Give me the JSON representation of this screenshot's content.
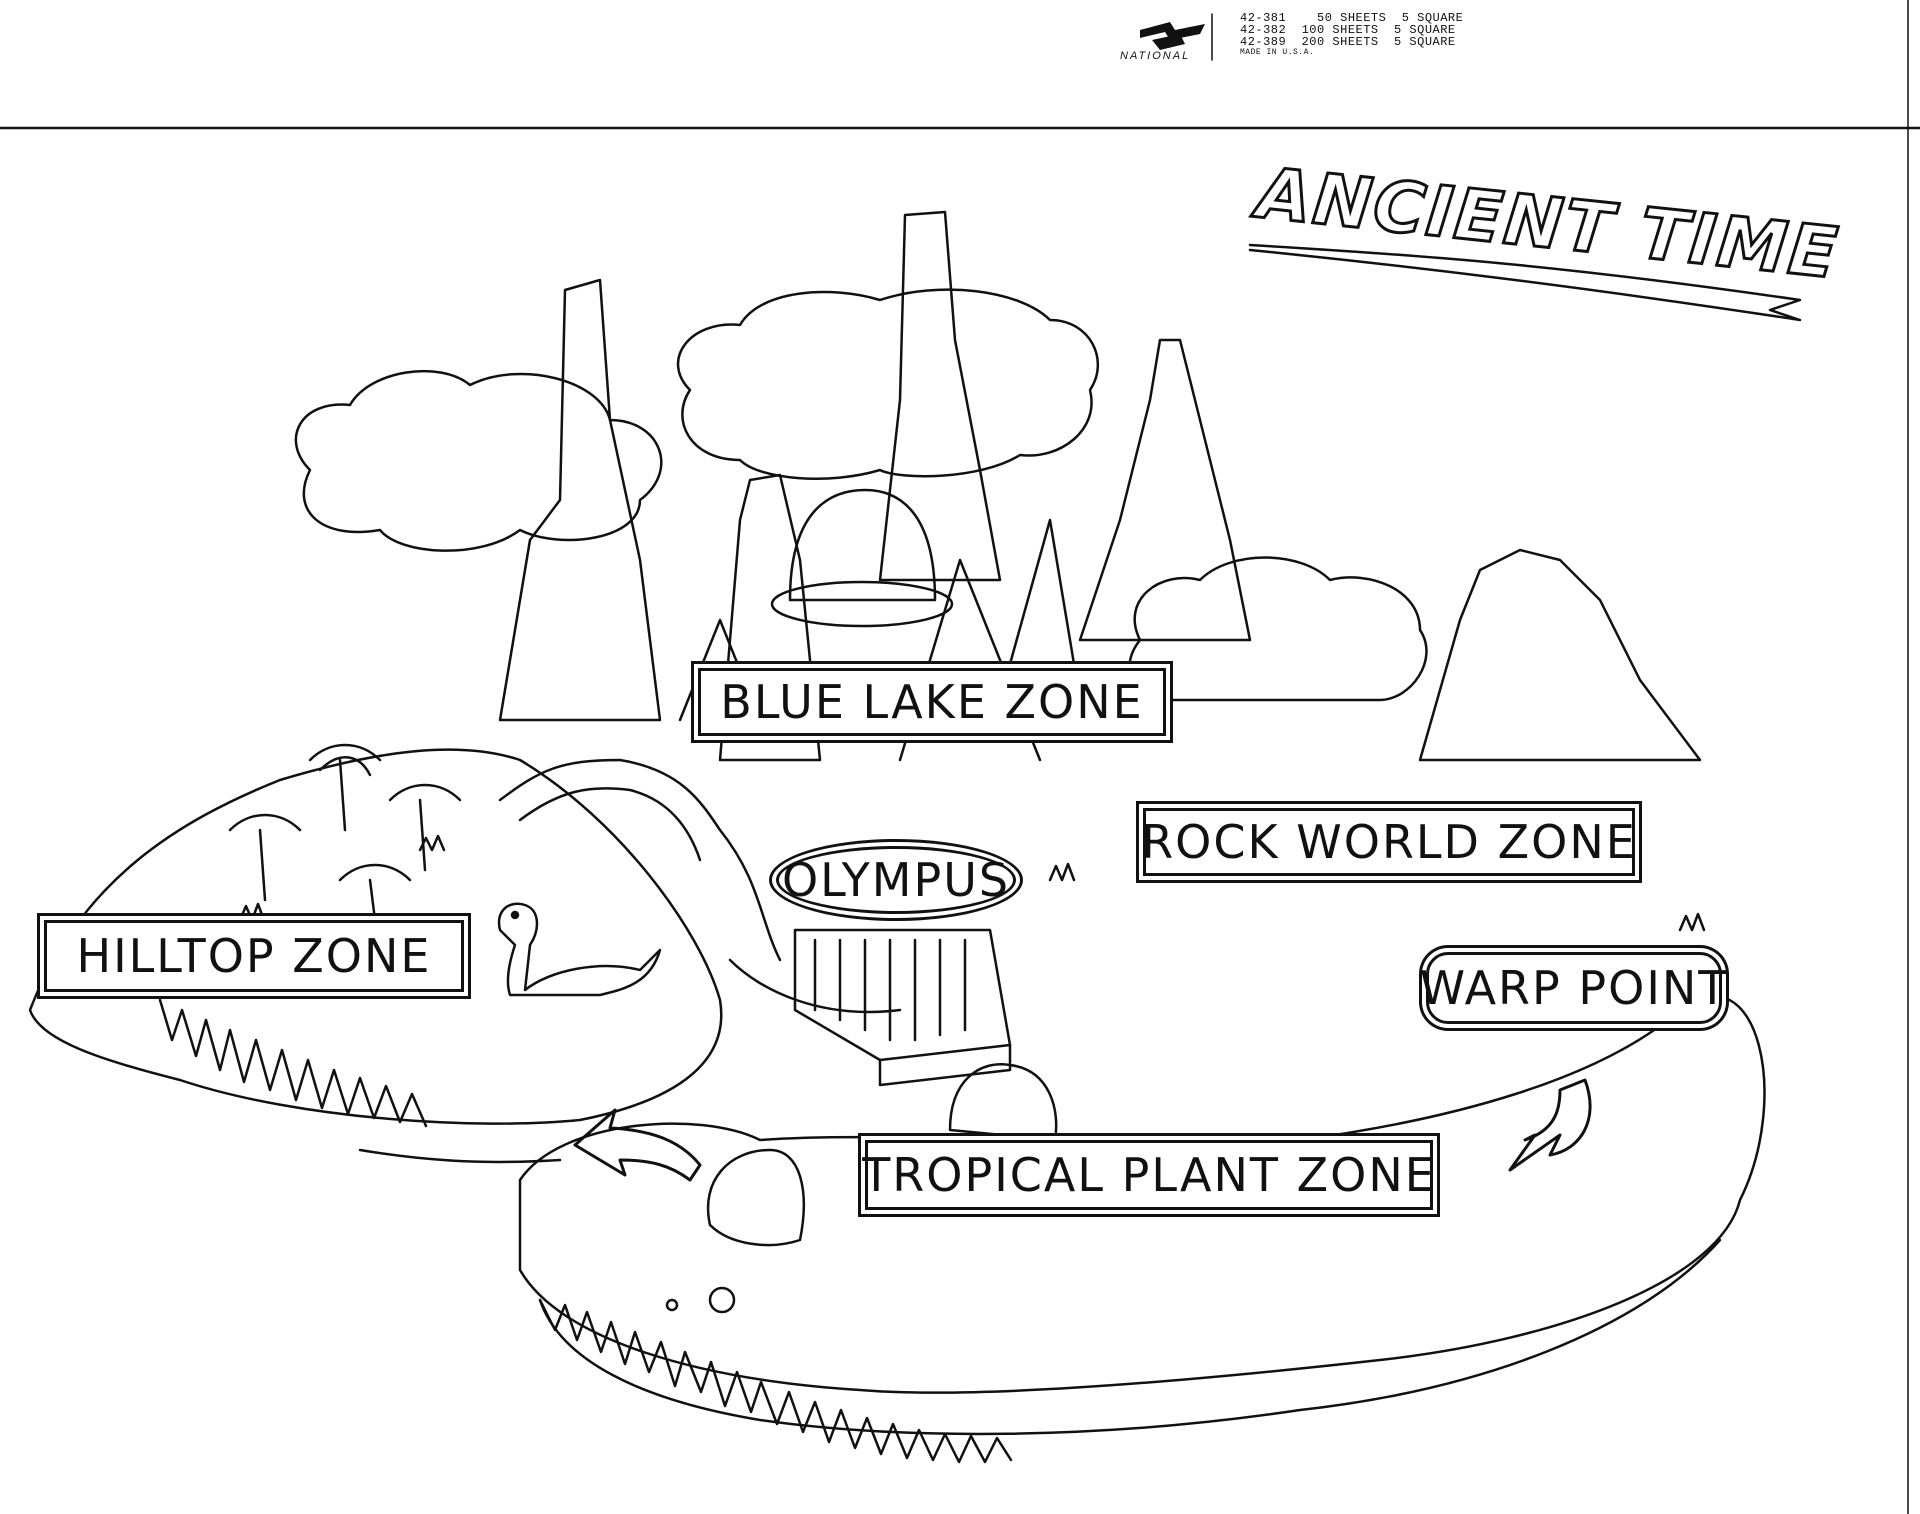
{
  "title": "ANCIENT TIME",
  "paper_header": {
    "brand": "NATIONAL",
    "lines": [
      "42-381    50 SHEETS  5 SQUARE",
      "42-382  100 SHEETS  5 SQUARE",
      "42-389  200 SHEETS  5 SQUARE"
    ],
    "made_in": "MADE IN U.S.A."
  },
  "zones": {
    "blue_lake": "BLUE LAKE ZONE",
    "rock_world": "ROCK WORLD ZONE",
    "hilltop": "HILLTOP ZONE",
    "olympus": "OLYMPUS",
    "warp_point": "WARP POINT",
    "tropical_plant": "TROPICAL PLANT ZONE"
  }
}
